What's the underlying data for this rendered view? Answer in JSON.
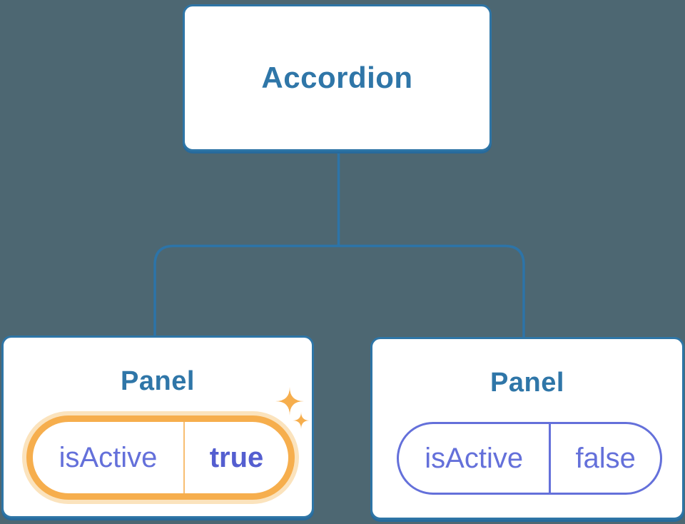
{
  "tree": {
    "root": {
      "label": "Accordion"
    },
    "children": [
      {
        "label": "Panel",
        "prop_name": "isActive",
        "prop_value": "true",
        "state": "active",
        "icon": "sparkles-icon"
      },
      {
        "label": "Panel",
        "prop_name": "isActive",
        "prop_value": "false",
        "state": "inactive"
      }
    ]
  },
  "colors": {
    "background": "#4D6772",
    "line_blue": "#2D74A8",
    "box_border": "#2E75A6",
    "title_blue": "#2F76A8",
    "purple": "#6470DA",
    "purple_bold": "#545ED0",
    "orange": "#F6AE4D",
    "orange_halo": "#FBE3BD",
    "box_bg": "#FFFFFF"
  }
}
